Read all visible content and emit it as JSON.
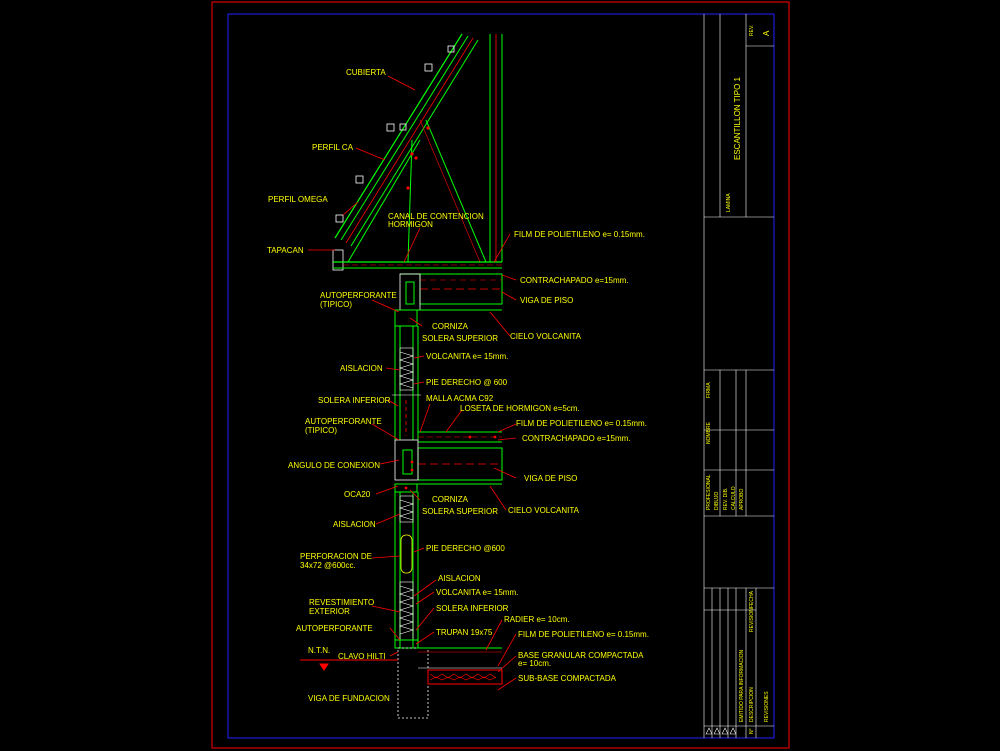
{
  "labels": {
    "cubierta": "CUBIERTA",
    "perfil_ca": "PERFIL CA",
    "perfil_omega": "PERFIL OMEGA",
    "tapacan": "TAPACAN",
    "canal": "CANAL DE CONTENCION",
    "hormigon": "HORMIGON",
    "film_top": "FILM DE POLIETILENO e= 0.15mm.",
    "contrachapado_top": "CONTRACHAPADO e=15mm.",
    "viga_piso_top": "VIGA DE PISO",
    "autoperforante_1a": "AUTOPERFORANTE",
    "autoperforante_1b": "(TIPICO)",
    "cornisa_1": "CORNIZA",
    "solera_sup_1": "SOLERA SUPERIOR",
    "cielo_1": "CIELO VOLCANITA",
    "aislacion_1": "AISLACION",
    "volcanita_1": "VOLCANITA e= 15mm.",
    "pie_derecho_1": "PIE DERECHO @ 600",
    "solera_inf_1": "SOLERA INFERIOR",
    "malla": "MALLA ACMA C92",
    "loseta": "LOSETA DE HORMIGON e=5cm.",
    "autoperforante_2a": "AUTOPERFORANTE",
    "autoperforante_2b": "(TIPICO)",
    "film_mid": "FILM DE POLIETILENO e= 0.15mm.",
    "contrachapado_mid": "CONTRACHAPADO e=15mm.",
    "angulo": "ANGULO DE CONEXION",
    "ocazo": "OCA20",
    "viga_piso_mid": "VIGA DE PISO",
    "cornisa_2": "CORNIZA",
    "solera_sup_2": "SOLERA SUPERIOR",
    "cielo_2": "CIELO VOLCANITA",
    "aislacion_2": "AISLACION",
    "pie_derecho_2": "PIE DERECHO @600",
    "perforacion_a": "PERFORACION DE",
    "perforacion_b": "34x72 @600cc.",
    "aislacion_3": "AISLACION",
    "volcanita_2": "VOLCANITA e= 15mm.",
    "revestimiento_a": "REVESTIMIENTO",
    "revestimiento_b": "EXTERIOR",
    "solera_inf_2": "SOLERA INFERIOR",
    "autoperforante_3": "AUTOPERFORANTE",
    "trupan": "TRUPAN 19x75",
    "radier": "RADIER e= 10cm.",
    "film_bottom": "FILM DE POLIETILENO e= 0.15mm.",
    "ntn": "N.T.N.",
    "clavo": "CLAVO HILTI",
    "base_a": "BASE GRANULAR COMPACTADA",
    "base_b": "e= 10cm.",
    "subbase": "SUB-BASE COMPACTADA",
    "viga_fundacion": "VIGA DE FUNDACION"
  },
  "title_block": {
    "title": "ESCANTILLON TIPO 1",
    "rev_label": "REV.",
    "rev_value": "A",
    "lamina": "LAMINA",
    "firma": "FIRMA",
    "nombre": "NOMBRE",
    "profesional": "PROFESIONAL",
    "dibujo": "DIBUJO",
    "rev_dib": "REV. DIB.",
    "calculo": "CALCULO",
    "aprobo": "APROBO",
    "revision": "REVISION",
    "fecha": "FECHA",
    "emitido": "EMITIDO PARA INFORMACION",
    "descripcion": "DESCRIPCION",
    "numero": "N°",
    "revisiones": "REVISIONES"
  },
  "colors": {
    "background": "#000000",
    "border": "#ff0000",
    "frame": "#0000ff",
    "structure": "#00ff00",
    "accent": "#ff0000",
    "text": "#ffff00",
    "white": "#ffffff"
  }
}
